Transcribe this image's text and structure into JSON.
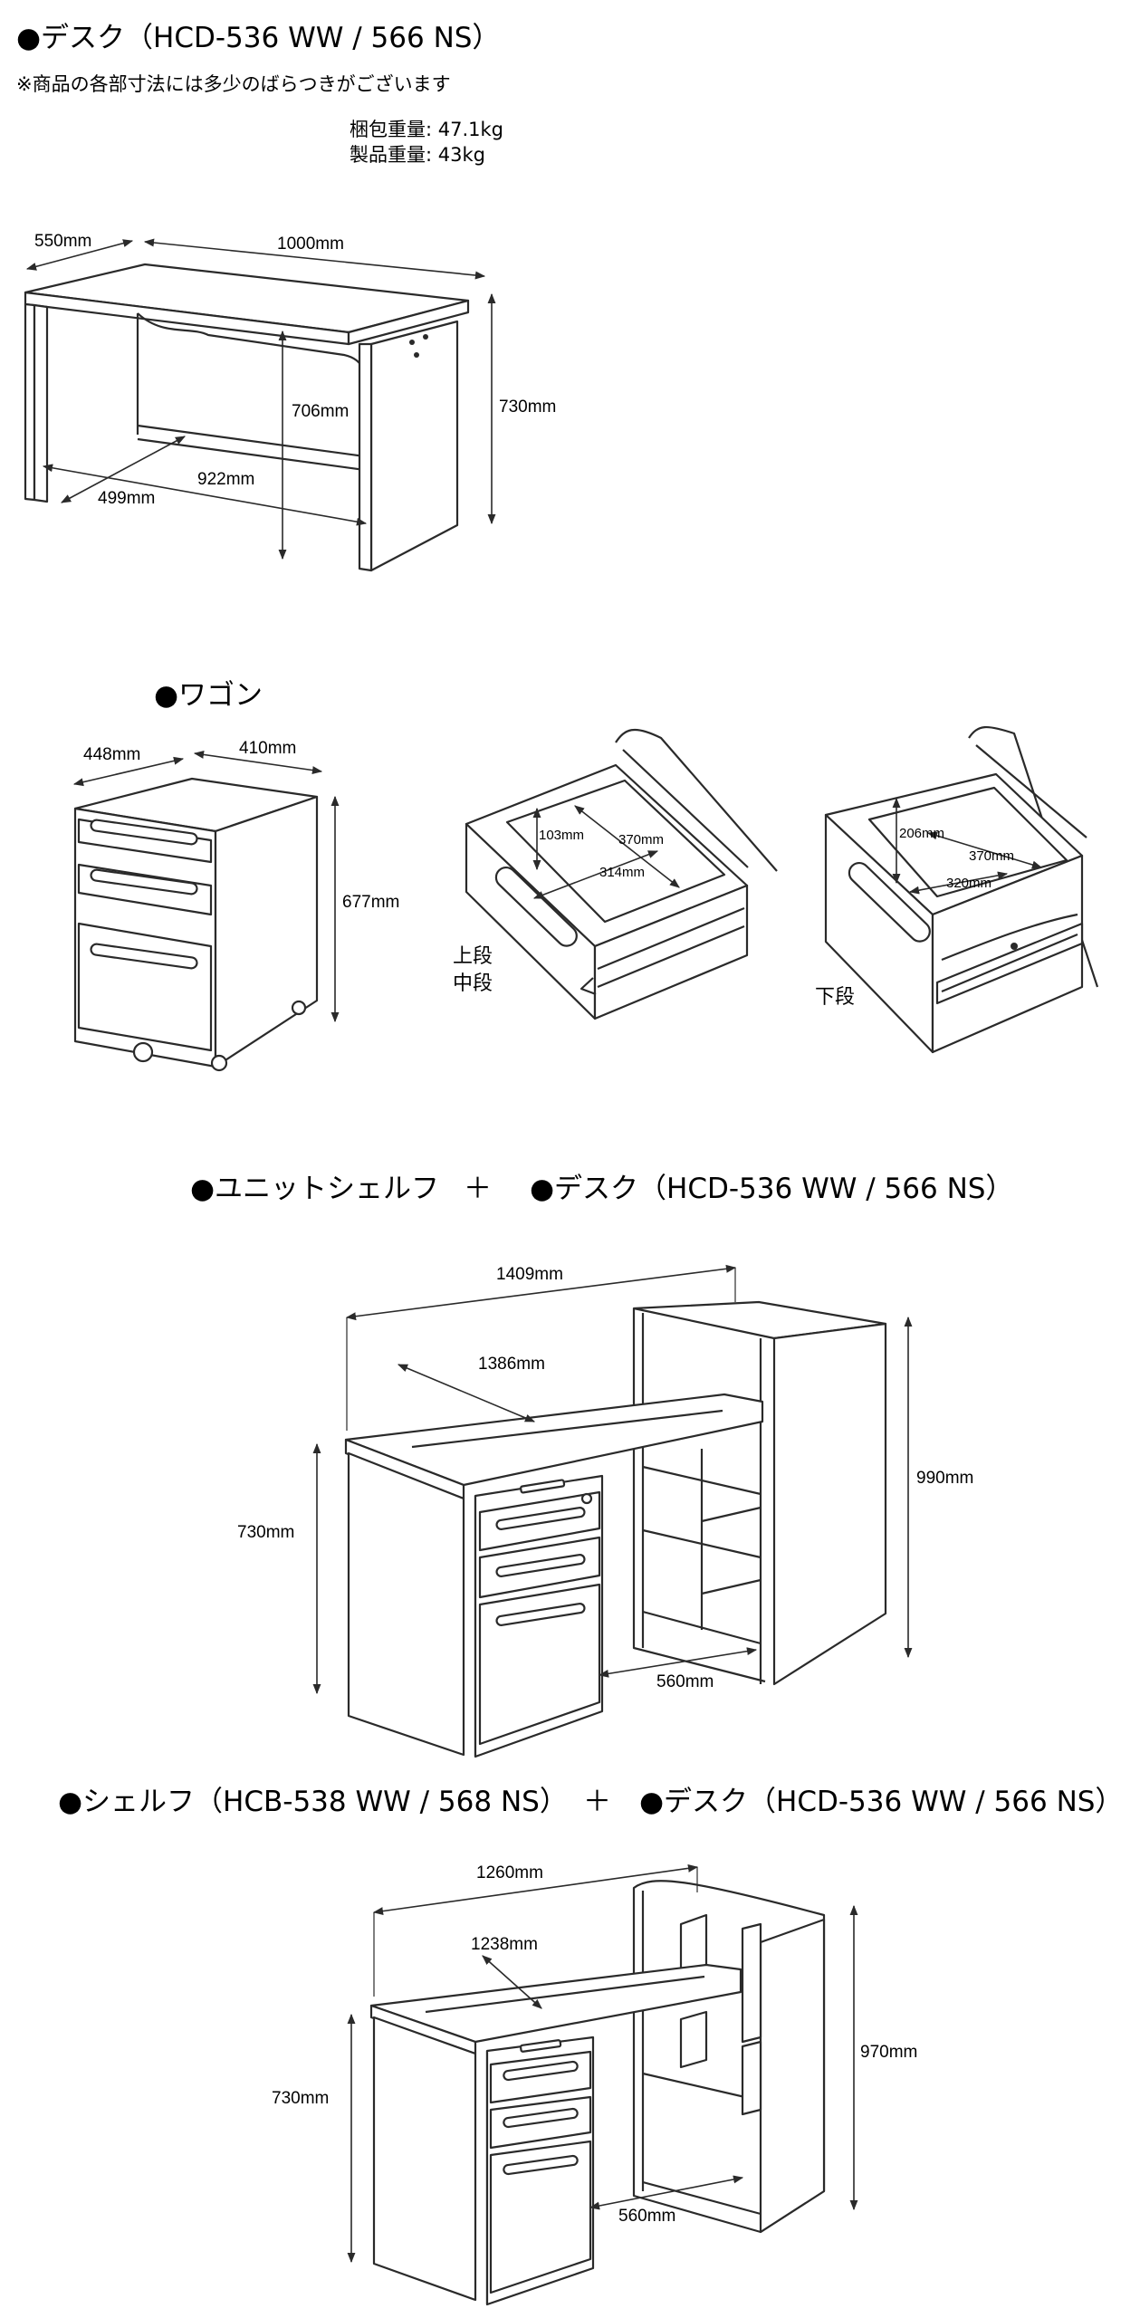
{
  "desk": {
    "heading": "●デスク（HCD-536 WW / 566 NS）",
    "note": "※商品の各部寸法には多少のばらつきがございます",
    "package_weight": "梱包重量: 47.1kg",
    "product_weight": "製品重量: 43kg",
    "dims": {
      "depth": "550mm",
      "width": "1000mm",
      "inner_height": "706mm",
      "height": "730mm",
      "inner_width": "922mm",
      "inner_depth": "499mm"
    }
  },
  "wagon": {
    "heading": "●ワゴン",
    "dims": {
      "depth": "448mm",
      "width": "410mm",
      "height": "677mm"
    },
    "drawer_upper": {
      "label_top": "上段",
      "label_mid": "中段",
      "height": "103mm",
      "depth": "370mm",
      "width": "314mm"
    },
    "drawer_lower": {
      "label": "下段",
      "height": "206mm",
      "depth": "370mm",
      "width": "320mm"
    }
  },
  "combo1": {
    "heading_left": "●ユニットシェルフ",
    "plus": "＋",
    "heading_right": "●デスク（HCD-536 WW / 566 NS）",
    "dims": {
      "total_width": "1409mm",
      "desk_width": "1386mm",
      "height": "730mm",
      "shelf_height": "990mm",
      "leg_width": "560mm"
    }
  },
  "combo2": {
    "heading_left": "●シェルフ（HCB-538 WW / 568 NS）",
    "plus": "＋",
    "heading_right": "●デスク（HCD-536 WW / 566 NS）",
    "dims": {
      "total_width": "1260mm",
      "desk_width": "1238mm",
      "height": "730mm",
      "shelf_height": "970mm",
      "leg_width": "560mm"
    }
  }
}
